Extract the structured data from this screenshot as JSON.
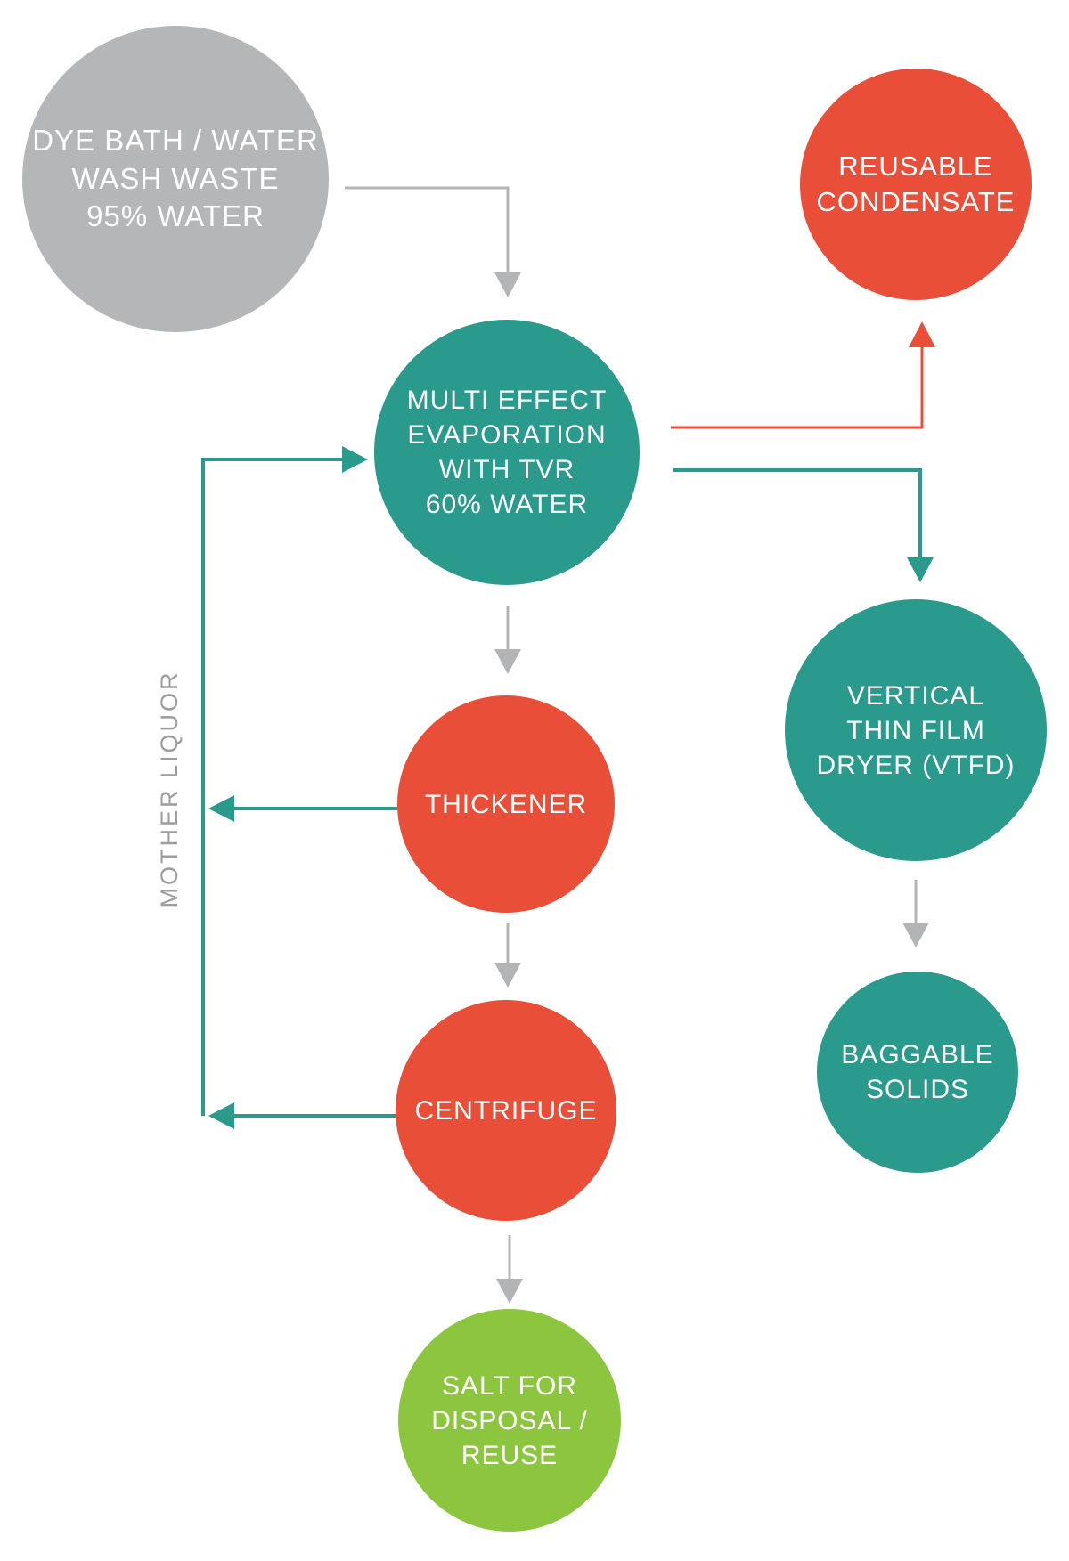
{
  "palette": {
    "teal": "#2A9A8D",
    "red": "#E94E38",
    "green": "#8CC63E",
    "node_gray": "#B4B6B8",
    "arrow_gray": "#B3B4B6",
    "label_gray": "#9B9DA0",
    "text_white": "#FFFFFF"
  },
  "diagram": {
    "side_label": "MOTHER LIQUOR",
    "nodes": {
      "dye_bath": {
        "label": "DYE BATH / WATER\nWASH WASTE\n95% WATER",
        "color": "#B4B6B8"
      },
      "reusable_condensate": {
        "label": "REUSABLE\nCONDENSATE",
        "color": "#E94E38"
      },
      "evaporation": {
        "label": "MULTI EFFECT\nEVAPORATION\nWITH TVR\n60% WATER",
        "color": "#2A9A8D"
      },
      "thickener": {
        "label": "THICKENER",
        "color": "#E94E38"
      },
      "vtfd": {
        "label": "VERTICAL\nTHIN FILM\nDRYER (VTFD)",
        "color": "#2A9A8D"
      },
      "baggable_solids": {
        "label": "BAGGABLE\nSOLIDS",
        "color": "#2A9A8D"
      },
      "centrifuge": {
        "label": "CENTRIFUGE",
        "color": "#E94E38"
      },
      "salt": {
        "label": "SALT FOR\nDISPOSAL /\nREUSE",
        "color": "#8CC63E"
      }
    }
  }
}
